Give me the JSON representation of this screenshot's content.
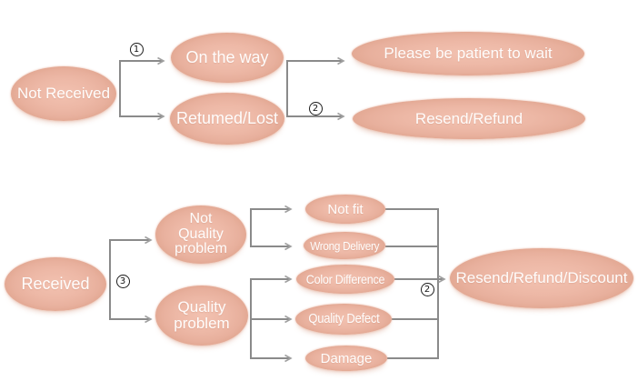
{
  "palette": {
    "node_fill": "#edb8a6",
    "node_text": "#ffffff",
    "line_color": "#8a8a8a",
    "arrow_color": "#a0a0a0",
    "badge_border": "#1c1c1c",
    "background": "#ffffff"
  },
  "flow_top": {
    "start": "Not Received",
    "step1_badge": "1",
    "statuses": [
      "On the way",
      "Retumed/Lost"
    ],
    "step2_badge": "2",
    "outcomes": [
      "Please be patient to wait",
      "Resend/Refund"
    ]
  },
  "flow_bottom": {
    "start": "Received",
    "step3_badge": "3",
    "categories": [
      "Not Quality problem",
      "Quality problem"
    ],
    "reasons": [
      "Not fit",
      "Wrong Delivery",
      "Color Difference",
      "Quality Defect",
      "Damage"
    ],
    "step2_badge": "2",
    "outcome": "Resend/Refund/Discount"
  }
}
